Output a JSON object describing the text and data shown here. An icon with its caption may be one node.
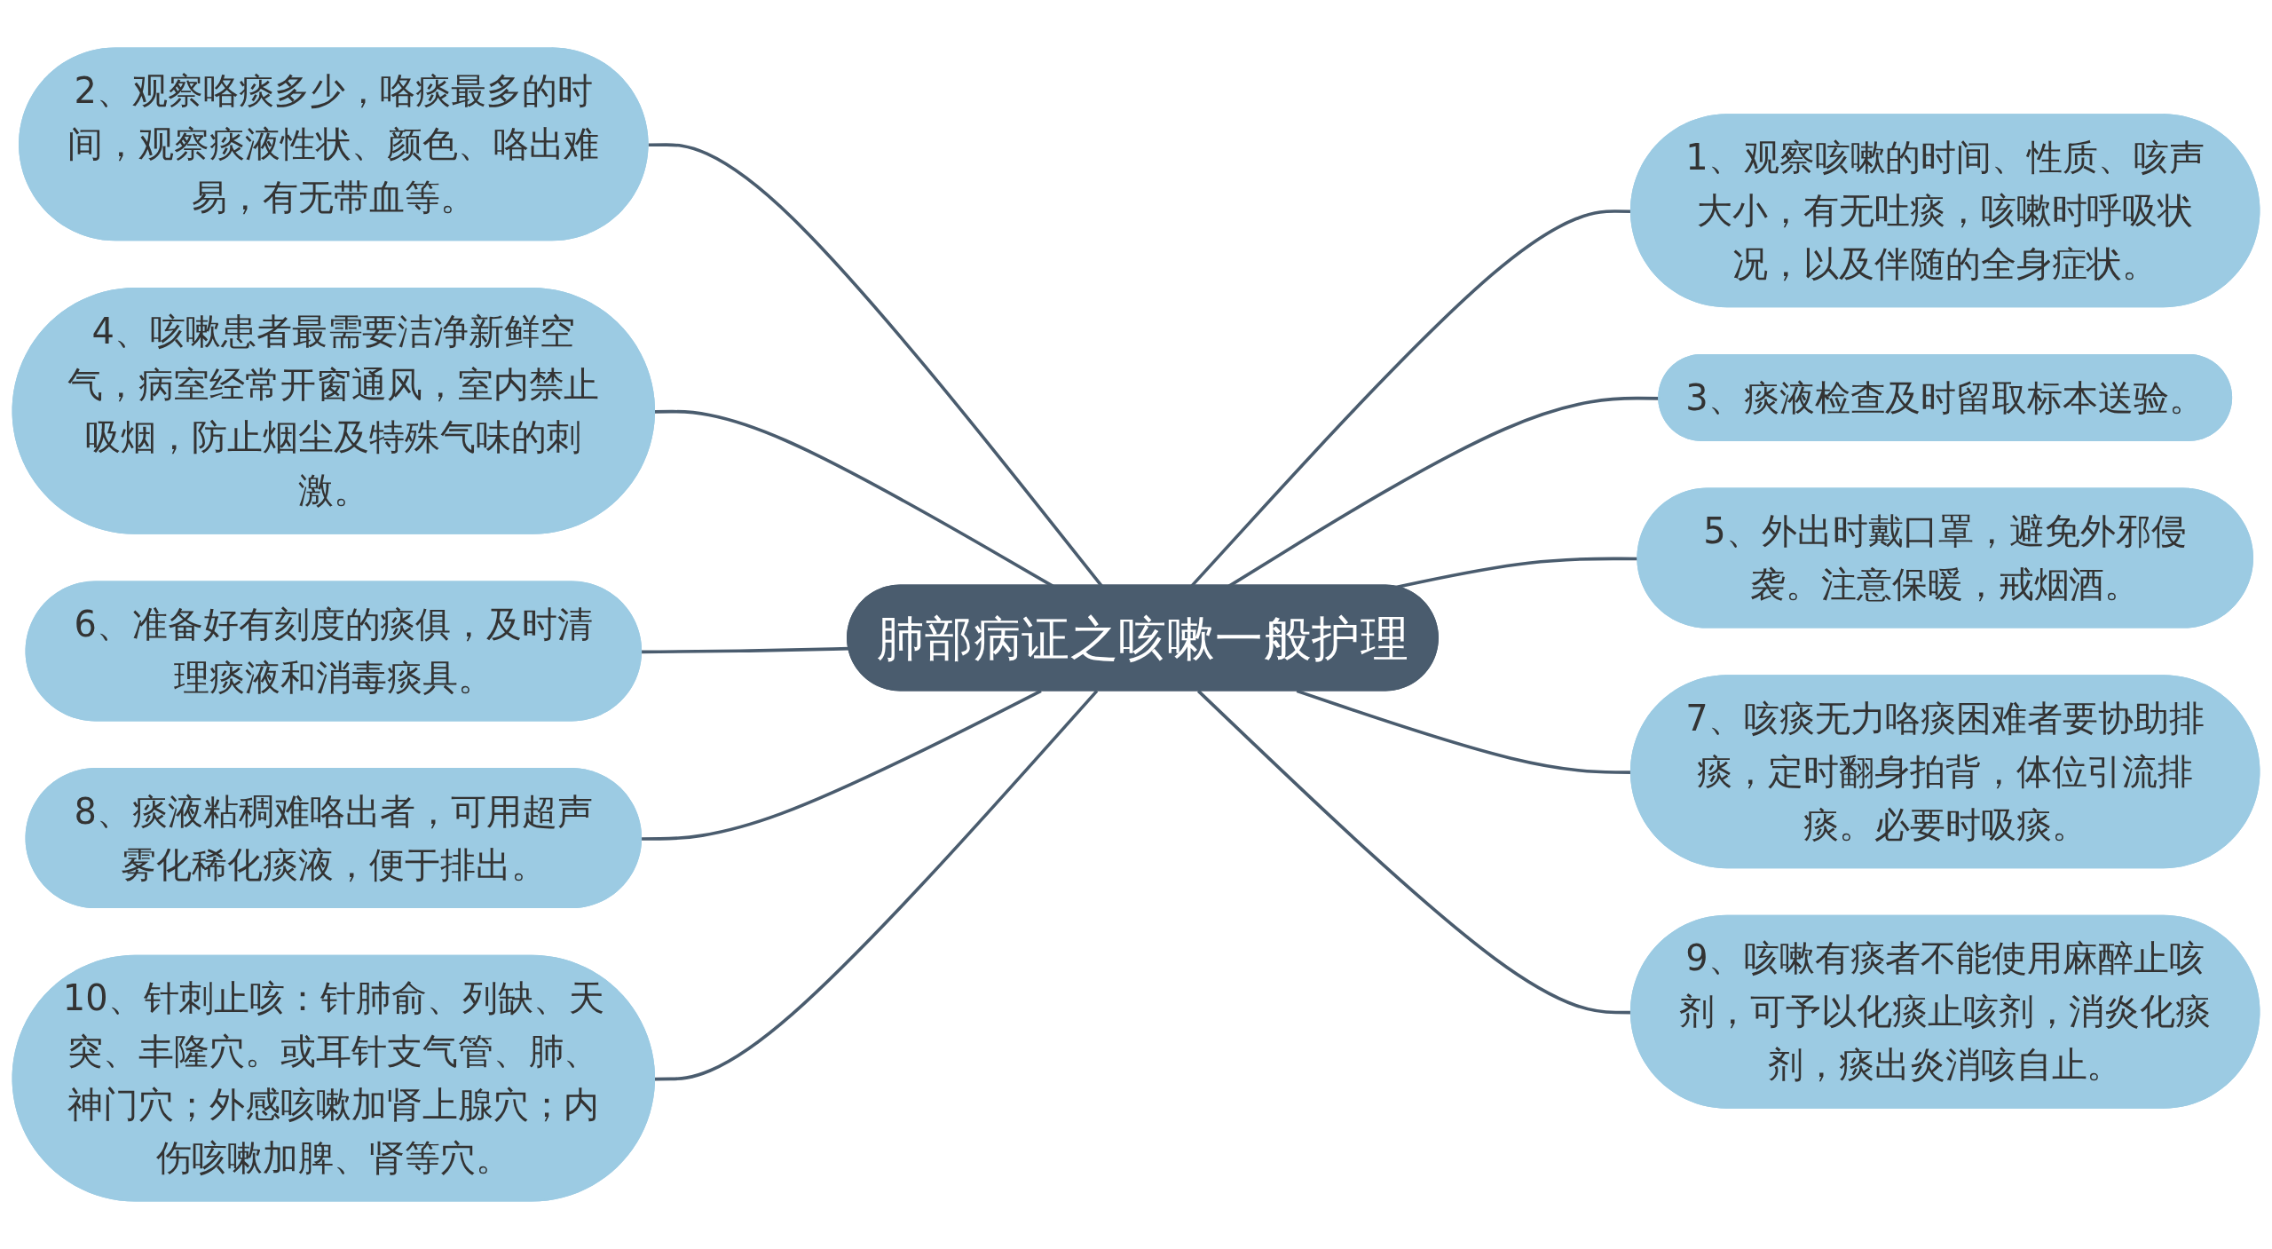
{
  "diagram": {
    "nodes": [
      {
        "text": [
          "肺部病证之咳嗽一般护理"
        ]
      },
      {
        "text": [
          "1、观察咳嗽的时间、性质、咳声大小，有无吐痰，咳嗽时呼吸状况，以及伴随的全身症状。"
        ]
      },
      {
        "text": [
          "2、观察咯痰多少，咯痰最多的时间，观察痰液性状、颜色、咯出难易，有无带血等。"
        ]
      },
      {
        "text": [
          "3、痰液检查及时留取标本送验。"
        ]
      },
      {
        "text": [
          "4、咳嗽患者最需要洁净新鲜空气，病室经常开窗通风，室内禁止吸烟，防止烟尘及特殊气味的刺激。"
        ]
      },
      {
        "text": [
          "5、外出时戴口罩，避免外邪侵袭。注意保暖，戒烟酒。"
        ]
      },
      {
        "text": [
          "6、准备好有刻度的痰俱，及时清理痰液和消毒痰具。"
        ]
      },
      {
        "text": [
          "7、咳痰无力咯痰困难者要协助排痰，定时翻身拍背，体位引流排痰。必要时吸痰。"
        ]
      },
      {
        "text": [
          "8、痰液粘稠难咯出者，可用超声雾化稀化痰液，便于排出。"
        ]
      },
      {
        "text": [
          "9、咳嗽有痰者不能使用麻醉止咳剂，可予以化痰止咳剂，消炎化痰剂，痰出炎消咳自止。"
        ]
      },
      {
        "text": [
          "10、针刺止咳：针肺俞、列缺、天突、丰隆穴。或耳针支气管、肺、神门穴；外感咳嗽加肾上腺穴；内伤咳嗽加脾、肾等穴。"
        ]
      }
    ],
    "edges": [
      {
        "from": 0,
        "to": 1,
        "arrow": "none"
      },
      {
        "from": 0,
        "to": 2,
        "arrow": "none"
      },
      {
        "from": 0,
        "to": 3,
        "arrow": "none"
      },
      {
        "from": 0,
        "to": 4,
        "arrow": "none"
      },
      {
        "from": 0,
        "to": 5,
        "arrow": "none"
      },
      {
        "from": 0,
        "to": 6,
        "arrow": "none"
      },
      {
        "from": 0,
        "to": 7,
        "arrow": "none"
      },
      {
        "from": 0,
        "to": 8,
        "arrow": "none"
      },
      {
        "from": 0,
        "to": 9,
        "arrow": "none"
      },
      {
        "from": 0,
        "to": 10,
        "arrow": "none"
      }
    ]
  }
}
